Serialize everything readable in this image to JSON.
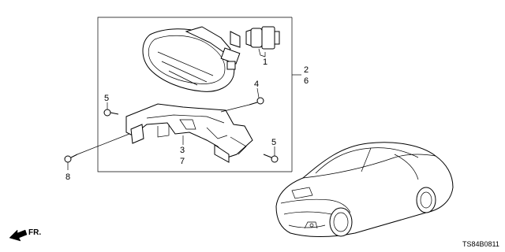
{
  "callouts": {
    "c1": "1",
    "c2": "2",
    "c6": "6",
    "c3": "3",
    "c7": "7",
    "c4": "4",
    "c5a": "5",
    "c5b": "5",
    "c8": "8"
  },
  "direction_label": "FR.",
  "diagram_code": "TS84B0811",
  "icons": {
    "direction": "front-direction-arrow-icon",
    "car": "coupe-car-illustration"
  }
}
